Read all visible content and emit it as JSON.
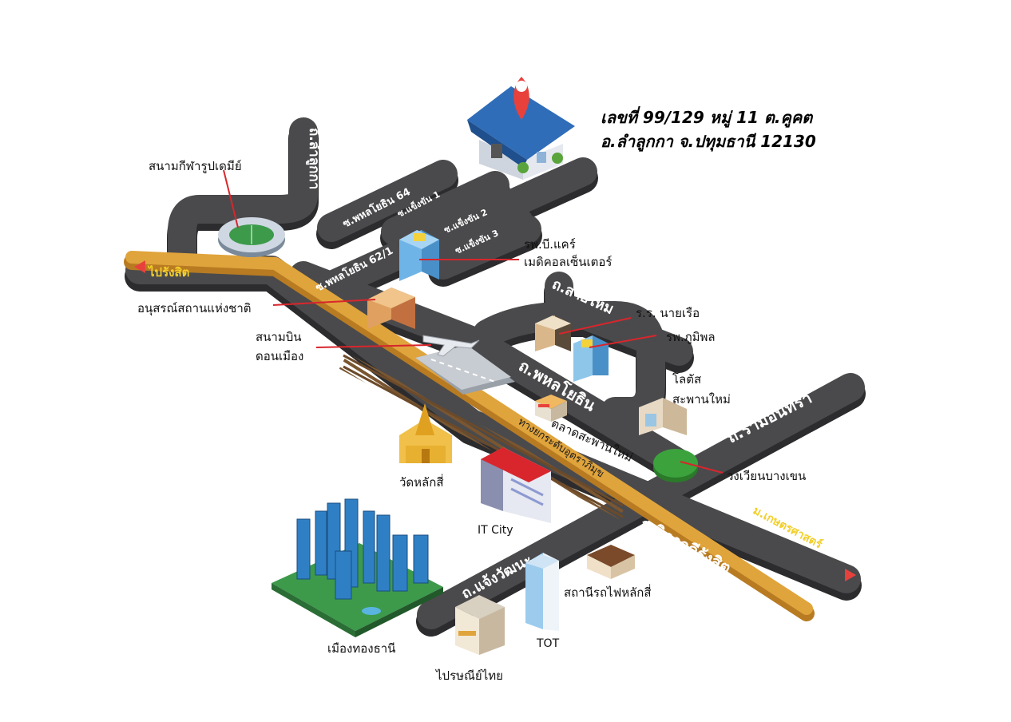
{
  "address": {
    "line1": "เลขที่ 99/129  หมู่ 11 ต.คูคต",
    "line2": "อ.ลำลูกกา จ.ปทุมธานี 12130"
  },
  "roads": {
    "lam_luk_ka": "ถ.ลำลูกกา",
    "phahon_64": "ซ.พหลโยธิน 64",
    "khaeng_khan_1": "ซ.แข็งขัน 1",
    "khaeng_khan_2": "ซ.แข็งขัน 2",
    "khaeng_khan_3": "ซ.แข็งขัน 3",
    "phahon_62_1": "ซ.พหลโยธิน 62/1",
    "sai_mai": "ถ.สายไหม",
    "phahonyothin": "ถ.พหลโยธิน",
    "ram_inthra": "ถ.รามอินทรา",
    "vibhavadi": "ถ.วิภาวดีรังสิต",
    "chaeng_watthana": "ถ.แจ้งวัฒนะ",
    "uttaraphimuk": "ทางยกระดับอุตราภิมุข",
    "to_rangsit": "ไปรังสิต",
    "kaset_u": "ม.เกษตรศาสตร์"
  },
  "places": {
    "stadium": "สนามกีฬารูปเดมีย์",
    "hospital_bcare": [
      "รพ.บี.แคร์",
      "เมดิคอลเซ็นเตอร์"
    ],
    "monument": "อนุสรณ์สถานแห่งชาติ",
    "airport": [
      "สนามบิน",
      "ดอนเมือง"
    ],
    "navy_school": "ร.ร. นายเรือ",
    "bhumibol": "รพ.ภูมิพล",
    "lotus": [
      "โลตัส",
      "สะพานใหม่"
    ],
    "market": "ตลาดสะพานใหม่",
    "circle": "วงเวียนบางเขน",
    "temple": "วัดหลักสี่",
    "it_city": "IT City",
    "muang_thong": "เมืองทองธานี",
    "tot": "TOT",
    "train_station": "สถานีรถไฟหลักสี่",
    "post_office": "ไปรษณีย์ไทย"
  },
  "colors": {
    "road": "#4a4a4c",
    "road_edge": "#2c2c2e",
    "expressway": "#e0a43c",
    "pin": "#e8413c",
    "leader": "#d8262c",
    "roundabout": "#3ca23c",
    "rail": "#6b4a2a"
  }
}
